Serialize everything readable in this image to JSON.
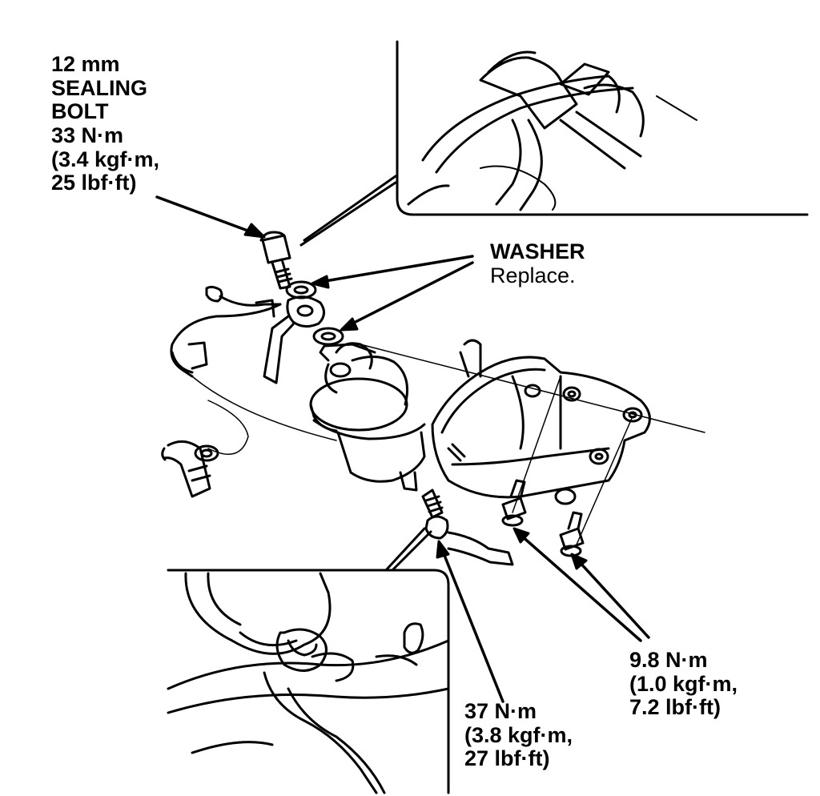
{
  "labels": {
    "sealing_bolt": {
      "lines": [
        "12 mm",
        "SEALING",
        "BOLT",
        "33 N·m",
        "(3.4 kgf·m,",
        "25 lbf·ft)"
      ]
    },
    "washer": {
      "title": "WASHER",
      "note": "Replace."
    },
    "mount_bolts": {
      "lines": [
        "9.8 N·m",
        "(1.0 kgf·m,",
        "7.2 lbf·ft)"
      ]
    },
    "outlet_fitting": {
      "lines": [
        "37 N·m",
        "(3.8 kgf·m,",
        "27 lbf·ft)"
      ]
    }
  },
  "colors": {
    "ink": "#000000",
    "paper": "#ffffff"
  }
}
